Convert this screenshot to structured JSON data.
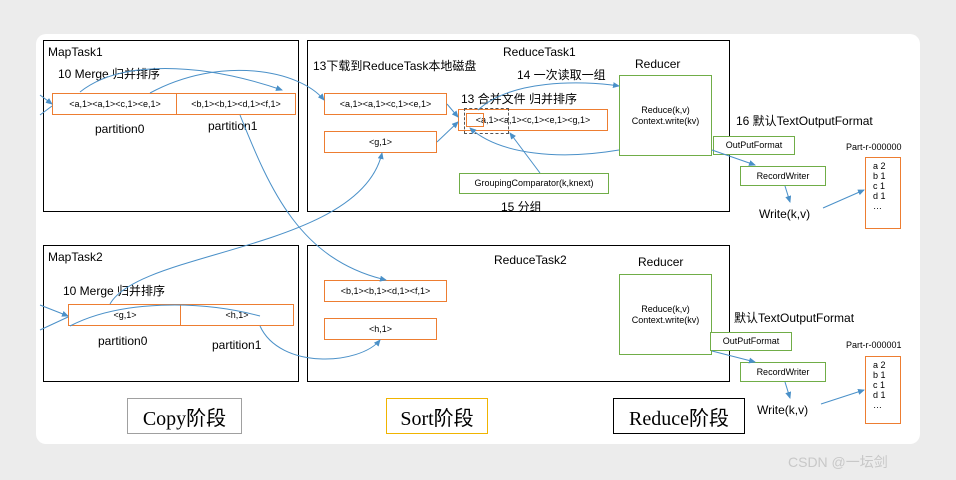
{
  "maptask1": {
    "title": "MapTask1",
    "merge": "10 Merge 归并排序",
    "cell0": "<a,1><a,1><c,1><e,1>",
    "cell1": "<b,1><b,1><d,1><f,1>",
    "p0": "partition0",
    "p1": "partition1"
  },
  "maptask2": {
    "title": "MapTask2",
    "merge": "10 Merge 归并排序",
    "cell0": "<g,1>",
    "cell1": "<h,1>",
    "p0": "partition0",
    "p1": "partition1"
  },
  "reducetask1": {
    "title": "ReduceTask1",
    "download": "13下载到ReduceTask本地磁盘",
    "read_once": "14 一次读取一组",
    "merge_file": "13 合并文件 归并排序",
    "box_a": "<a,1><a,1><c,1><e,1>",
    "box_g": "<g,1>",
    "merged": "<a,1><a,1><c,1><e,1><g,1>",
    "grouping": "GroupingComparator(k,knext)",
    "group_label": "15 分组",
    "reducer_title": "Reducer",
    "reduce_line1": "Reduce(k,v)",
    "reduce_line2": "Context.write(kv)",
    "default_format": "16 默认TextOutputFormat",
    "outputformat": "OutPutFormat",
    "recordwriter": "RecordWriter",
    "write": "Write(k,v)",
    "part_title": "Part-r-000000",
    "part_lines": [
      "a 2",
      "b 1",
      "c 1",
      "d 1",
      "…"
    ]
  },
  "reducetask2": {
    "title": "ReduceTask2",
    "box_b": "<b,1><b,1><d,1><f,1>",
    "box_h": "<h,1>",
    "reducer_title": "Reducer",
    "reduce_line1": "Reduce(k,v)",
    "reduce_line2": "Context.write(kv)",
    "default_format": "默认TextOutputFormat",
    "outputformat": "OutPutFormat",
    "recordwriter": "RecordWriter",
    "write": "Write(k,v)",
    "part_title": "Part-r-000001",
    "part_lines": [
      "a 2",
      "b 1",
      "c 1",
      "d 1",
      "…"
    ]
  },
  "stages": {
    "copy": "Copy阶段",
    "sort": "Sort阶段",
    "reduce": "Reduce阶段"
  },
  "colors": {
    "orange": "#ed7d31",
    "green": "#70ad47",
    "blue_arrow": "#4a90c8",
    "sort_border": "#f0b400",
    "copy_border": "#a0a0a0"
  },
  "watermark": "CSDN @一坛剑"
}
